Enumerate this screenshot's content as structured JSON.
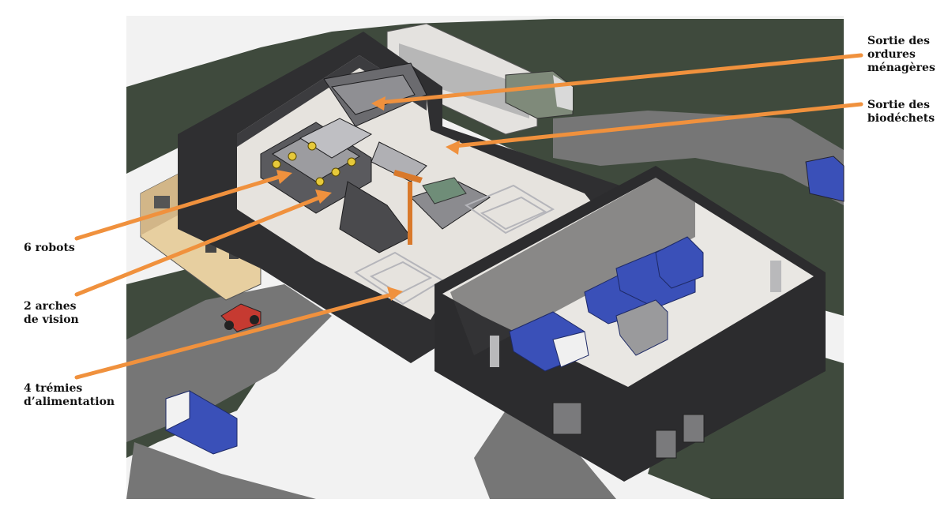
{
  "labels": {
    "sortie_om": [
      "Sortie des",
      "ordures",
      "ménagères"
    ],
    "sortie_bio": [
      "Sortie des",
      "biodéchets"
    ],
    "robots": [
      "6 robots"
    ],
    "arches": [
      "2 arches",
      "de vision"
    ],
    "tremies": [
      "4 trémies",
      "d’alimentation"
    ]
  },
  "colors": {
    "arrow": "#f0913d",
    "grass": "#3e4a3a",
    "wall": "#2c2c2e",
    "floor": "#e8e6e2",
    "truck_body": "#3a4fb8",
    "road": "#6e6e6e"
  }
}
